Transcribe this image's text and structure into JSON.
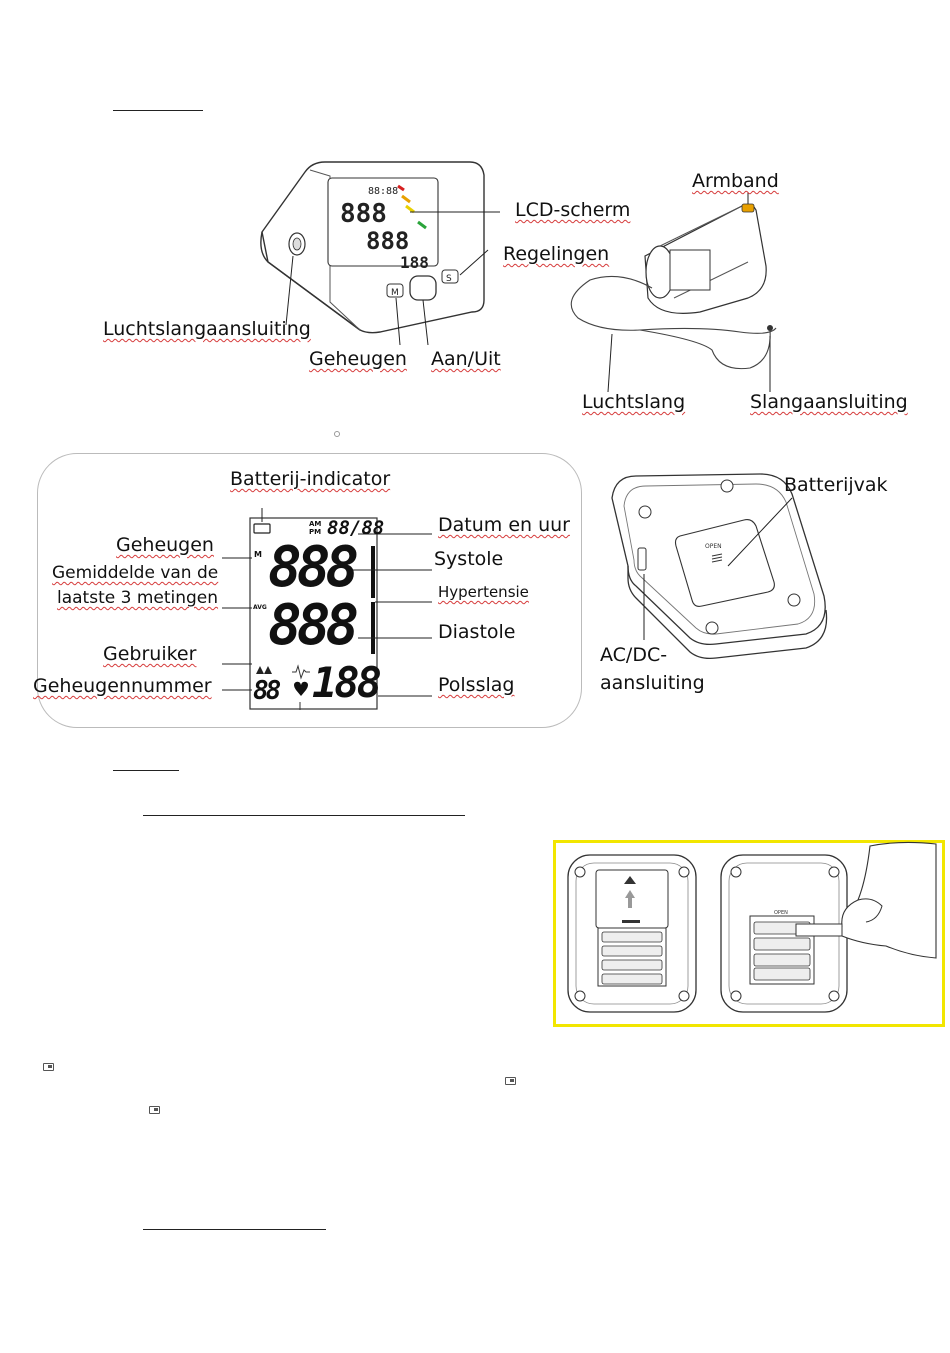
{
  "device_labels": {
    "lcd_screen": "LCD-scherm",
    "controls": "Regelingen",
    "air_hose_connection": "Luchtslangaansluiting",
    "memory_button": "Geheugen",
    "power_button": "Aan/Uit",
    "cuff": "Armband",
    "air_hose": "Luchtslang",
    "hose_connector": "Slangaansluiting"
  },
  "display_labels": {
    "battery_indicator": "Batterij-indicator",
    "date_time": "Datum en uur",
    "memory": "Geheugen",
    "systole": "Systole",
    "average_line1": "Gemiddelde van de",
    "average_line2": "laatste 3 metingen",
    "hypertension": "Hypertensie",
    "diastole": "Diastole",
    "user": "Gebruiker",
    "memory_number": "Geheugennummer",
    "pulse": "Polsslag"
  },
  "lcd_readout": {
    "ampm_top": "AM",
    "ampm_bottom": "PM",
    "date": "88/88",
    "memory_flag": "M",
    "avg_flag": "AVG",
    "systolic": "888",
    "diastolic": "888",
    "memory_digits": "88",
    "pulse": "188"
  },
  "base_labels": {
    "battery_compartment": "Batterijvak",
    "acdc_line1": "AC/DC-",
    "acdc_line2": "aansluiting"
  },
  "colors": {
    "spellcheck_underline": "#d63b3b",
    "highlight_border": "#f2e600",
    "indicator_red": "#d62020",
    "indicator_yellow": "#e8d000",
    "indicator_green": "#2aa43a"
  }
}
